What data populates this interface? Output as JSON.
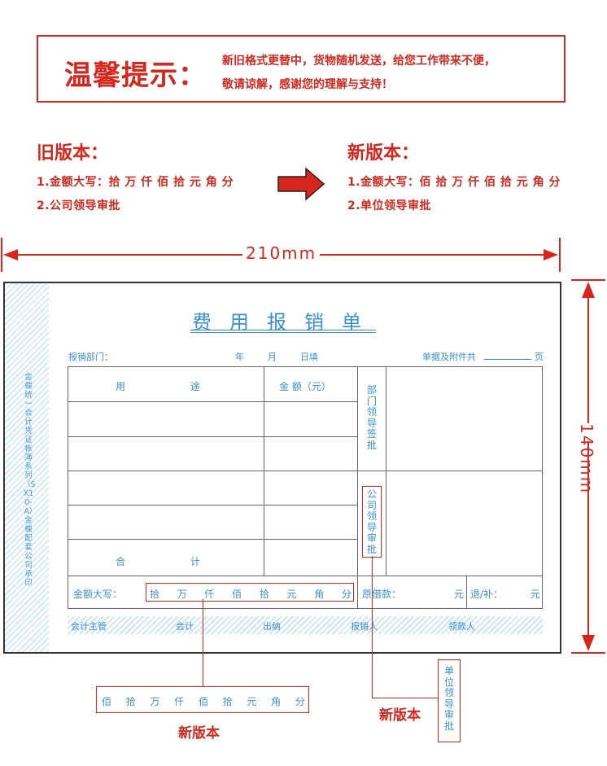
{
  "notice": {
    "title": "温馨提示：",
    "line1": "新旧格式更替中，货物随机发送，给您工作带来不便，",
    "line2": "敬请谅解，感谢您的理解与支持！"
  },
  "old_version": {
    "title": "旧版本：",
    "item1": "1.金额大写：拾 万 仟 佰 拾 元 角 分",
    "item2": "2.公司领导审批"
  },
  "new_version": {
    "title": "新版本：",
    "item1": "1.金额大写：佰 拾 万 仟 佰 拾 元 角 分",
    "item2": "2.单位领导审批"
  },
  "dimensions": {
    "width_label": "210mm",
    "height_label": "140mm"
  },
  "form": {
    "side_text": "金蝶统一会计凭证帐簿系列（SX10-A）金蝶配套公司承印",
    "title": "费用报销单",
    "dept_label": "报销部门：",
    "year": "年",
    "month": "月",
    "day": "日填",
    "attach_label": "单据及附件共",
    "attach_unit": "页",
    "col_use_a": "用",
    "col_use_b": "途",
    "col_amount": "金 额（元）",
    "dept_approval": "部门领导签批",
    "company_approval": "公司领导审批",
    "total_a": "合",
    "total_b": "计",
    "amount_words_label": "金额大写：",
    "amount_units": [
      "拾",
      "万",
      "仟",
      "佰",
      "拾",
      "元",
      "角",
      "分"
    ],
    "borrow_label": "原借款：",
    "borrow_unit": "元",
    "refund_label": "退/补：",
    "refund_unit": "元",
    "signatures": [
      "会计主管",
      "会计",
      "出纳",
      "报销人",
      "领款人"
    ]
  },
  "callouts": {
    "new_units": [
      "佰",
      "拾",
      "万",
      "仟",
      "佰",
      "拾",
      "元",
      "角",
      "分"
    ],
    "new_label_1": "新版本",
    "new_label_2": "新版本",
    "new_approval": "单位领导审批"
  },
  "colors": {
    "accent_red": "#d9261c",
    "form_blue": "#3a8fd6"
  }
}
